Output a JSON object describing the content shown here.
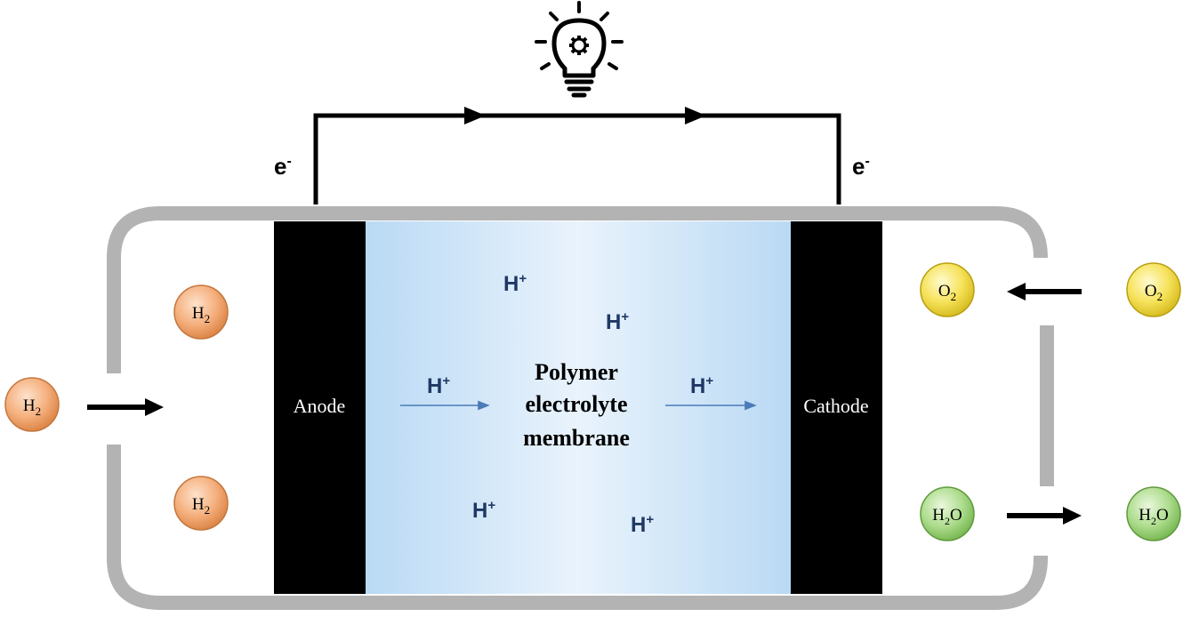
{
  "electrons": {
    "anode_side": "e",
    "cathode_side": "e",
    "charge": "-"
  },
  "electrodes": {
    "anode": "Anode",
    "cathode": "Cathode"
  },
  "membrane": {
    "line1": "Polymer",
    "line2": "electrolyte",
    "line3": "membrane"
  },
  "protons": {
    "symbol": "H",
    "charge": "+"
  },
  "molecules": {
    "h2": {
      "base": "H",
      "sub": "2",
      "color": "#f2a36a"
    },
    "o2": {
      "base": "O",
      "sub": "2",
      "color": "#f2dc3c"
    },
    "h2o": {
      "base": "H",
      "sub": "2",
      "tail": "O",
      "color": "#9fd47e"
    }
  },
  "colors": {
    "casing": "#b3b3b3",
    "electrode": "#000000",
    "membrane_edge": "#b9d9f4",
    "membrane_center": "#e9f3fc",
    "proton_text": "#1f3864",
    "proton_arrow": "#4a7bb7"
  },
  "icons": {
    "lamp": "lightbulb-gear-icon"
  }
}
